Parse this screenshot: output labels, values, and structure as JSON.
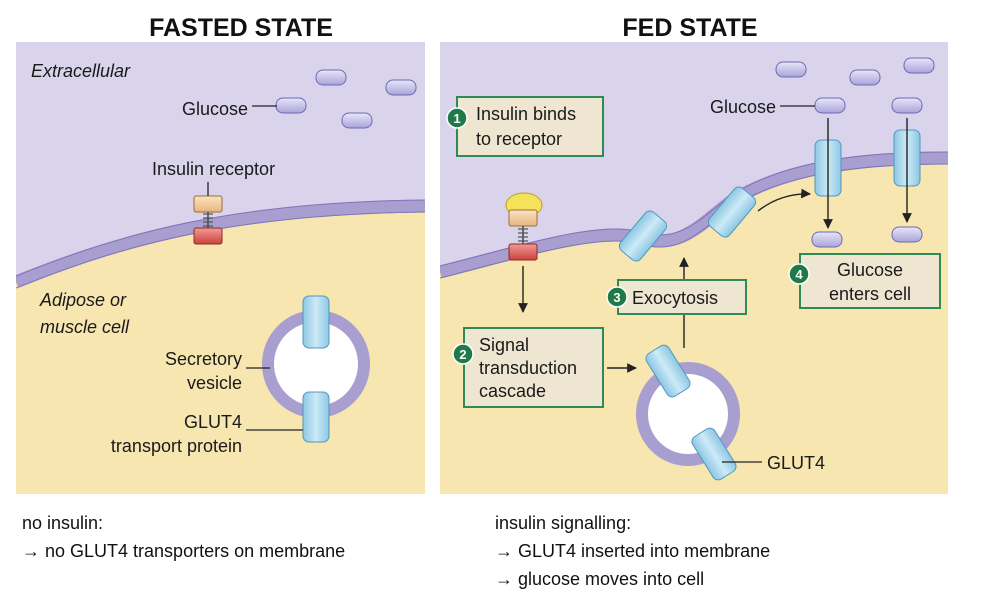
{
  "fasted": {
    "title": "FASTED STATE",
    "extracellular": "Extracellular",
    "glucose": "Glucose",
    "insulin_receptor": "Insulin receptor",
    "cell_line1": "Adipose or",
    "cell_line2": "muscle cell",
    "vesicle_line1": "Secretory",
    "vesicle_line2": "vesicle",
    "glut_line1": "GLUT4",
    "glut_line2": "transport protein",
    "note_head": "no insulin:",
    "note_line1": "→ no GLUT4 transporters on membrane"
  },
  "fed": {
    "title": "FED STATE",
    "glucose": "Glucose",
    "glut4": "GLUT4",
    "steps": [
      {
        "num": "1",
        "line1": "Insulin binds",
        "line2": "to receptor"
      },
      {
        "num": "2",
        "line1": "Signal",
        "line2": "transduction",
        "line3": "cascade"
      },
      {
        "num": "3",
        "line1": "Exocytosis"
      },
      {
        "num": "4",
        "line1": "Glucose",
        "line2": "enters cell"
      }
    ],
    "note_head": "insulin signalling:",
    "note_line1": "→ GLUT4 inserted into membrane",
    "note_line2": "→ glucose moves into cell"
  },
  "colors": {
    "extracellular": "#d9d4eb",
    "cytoplasm": "#f7e6b0",
    "membrane": "#a89fd0",
    "glut": "#a9d8ec",
    "step_box": "#efe6d2",
    "step_border": "#2e8b57",
    "step_num": "#1f7a4a"
  }
}
